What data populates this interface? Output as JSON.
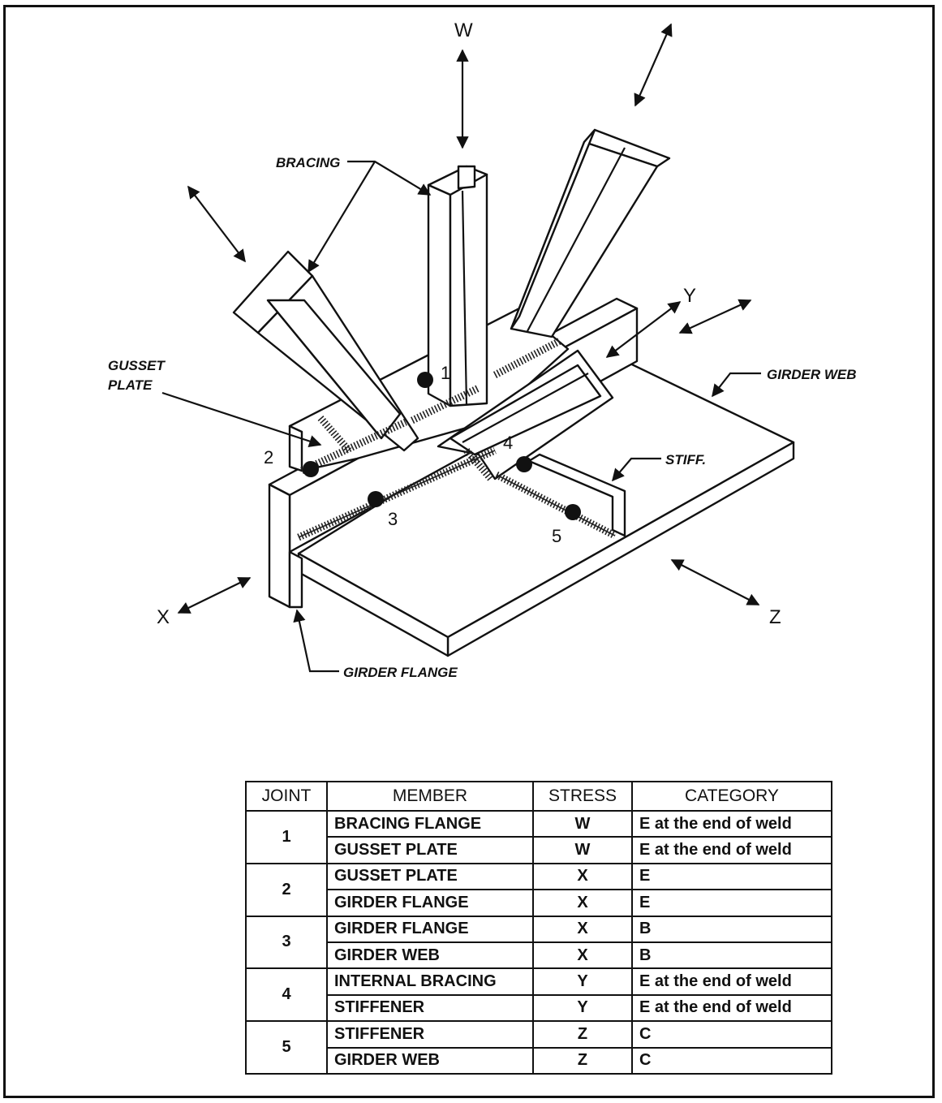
{
  "labels": {
    "w_axis": "W",
    "x_axis": "X",
    "y_axis": "Y",
    "z_axis": "Z",
    "bracing": "BRACING",
    "gusset_plate_line1": "GUSSET",
    "gusset_plate_line2": "PLATE",
    "girder_web": "GIRDER WEB",
    "stiff": "STIFF.",
    "girder_flange": "GIRDER FLANGE",
    "joint_1": "1",
    "joint_2": "2",
    "joint_3": "3",
    "joint_4": "4",
    "joint_5": "5"
  },
  "table": {
    "headers": [
      "JOINT",
      "MEMBER",
      "STRESS",
      "CATEGORY"
    ],
    "groups": [
      {
        "joint": "1",
        "rows": [
          {
            "member": "BRACING FLANGE",
            "stress": "W",
            "category": "E at the end of weld"
          },
          {
            "member": "GUSSET PLATE",
            "stress": "W",
            "category": "E at the end of weld"
          }
        ]
      },
      {
        "joint": "2",
        "rows": [
          {
            "member": "GUSSET PLATE",
            "stress": "X",
            "category": "E"
          },
          {
            "member": "GIRDER FLANGE",
            "stress": "X",
            "category": "E"
          }
        ]
      },
      {
        "joint": "3",
        "rows": [
          {
            "member": "GIRDER FLANGE",
            "stress": "X",
            "category": "B"
          },
          {
            "member": "GIRDER WEB",
            "stress": "X",
            "category": "B"
          }
        ]
      },
      {
        "joint": "4",
        "rows": [
          {
            "member": "INTERNAL BRACING",
            "stress": "Y",
            "category": "E at the end of weld"
          },
          {
            "member": "STIFFENER",
            "stress": "Y",
            "category": "E at the end of weld"
          }
        ]
      },
      {
        "joint": "5",
        "rows": [
          {
            "member": "STIFFENER",
            "stress": "Z",
            "category": "C"
          },
          {
            "member": "GIRDER WEB",
            "stress": "Z",
            "category": "C"
          }
        ]
      }
    ]
  }
}
